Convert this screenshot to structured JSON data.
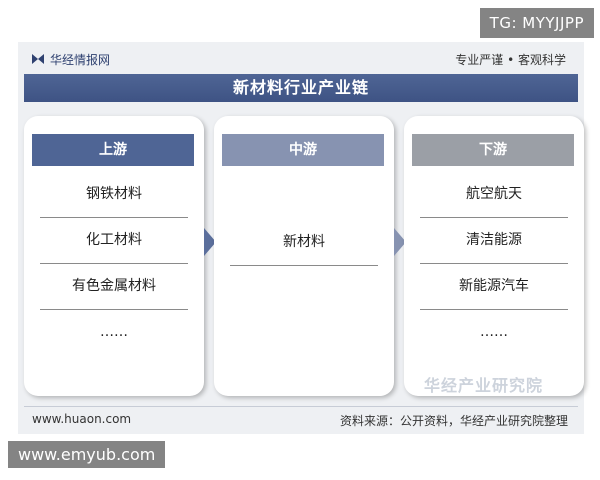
{
  "overlay": {
    "top_right": "TG: MYYJJPP",
    "bottom_left": "www.emyub.com"
  },
  "brand": {
    "name": "华经情报网",
    "slogan": "专业严谨 • 客观科学"
  },
  "title": "新材料行业产业链",
  "columns": {
    "upstream": {
      "label": "上游",
      "items": [
        "钢铁材料",
        "化工材料",
        "有色金属材料",
        "……"
      ]
    },
    "midstream": {
      "label": "中游",
      "items": [
        "新材料"
      ]
    },
    "downstream": {
      "label": "下游",
      "items": [
        "航空航天",
        "清洁能源",
        "新能源汽车",
        "……"
      ]
    }
  },
  "watermark": "华经产业研究院",
  "footer": {
    "url": "www.huaon.com",
    "source": "资料来源：公开资料，华经产业研究院整理"
  },
  "colors": {
    "upstream_header": "#4f6595",
    "midstream_header": "#8793b1",
    "downstream_header": "#9b9fa6",
    "title_bar": "#3e5384"
  }
}
